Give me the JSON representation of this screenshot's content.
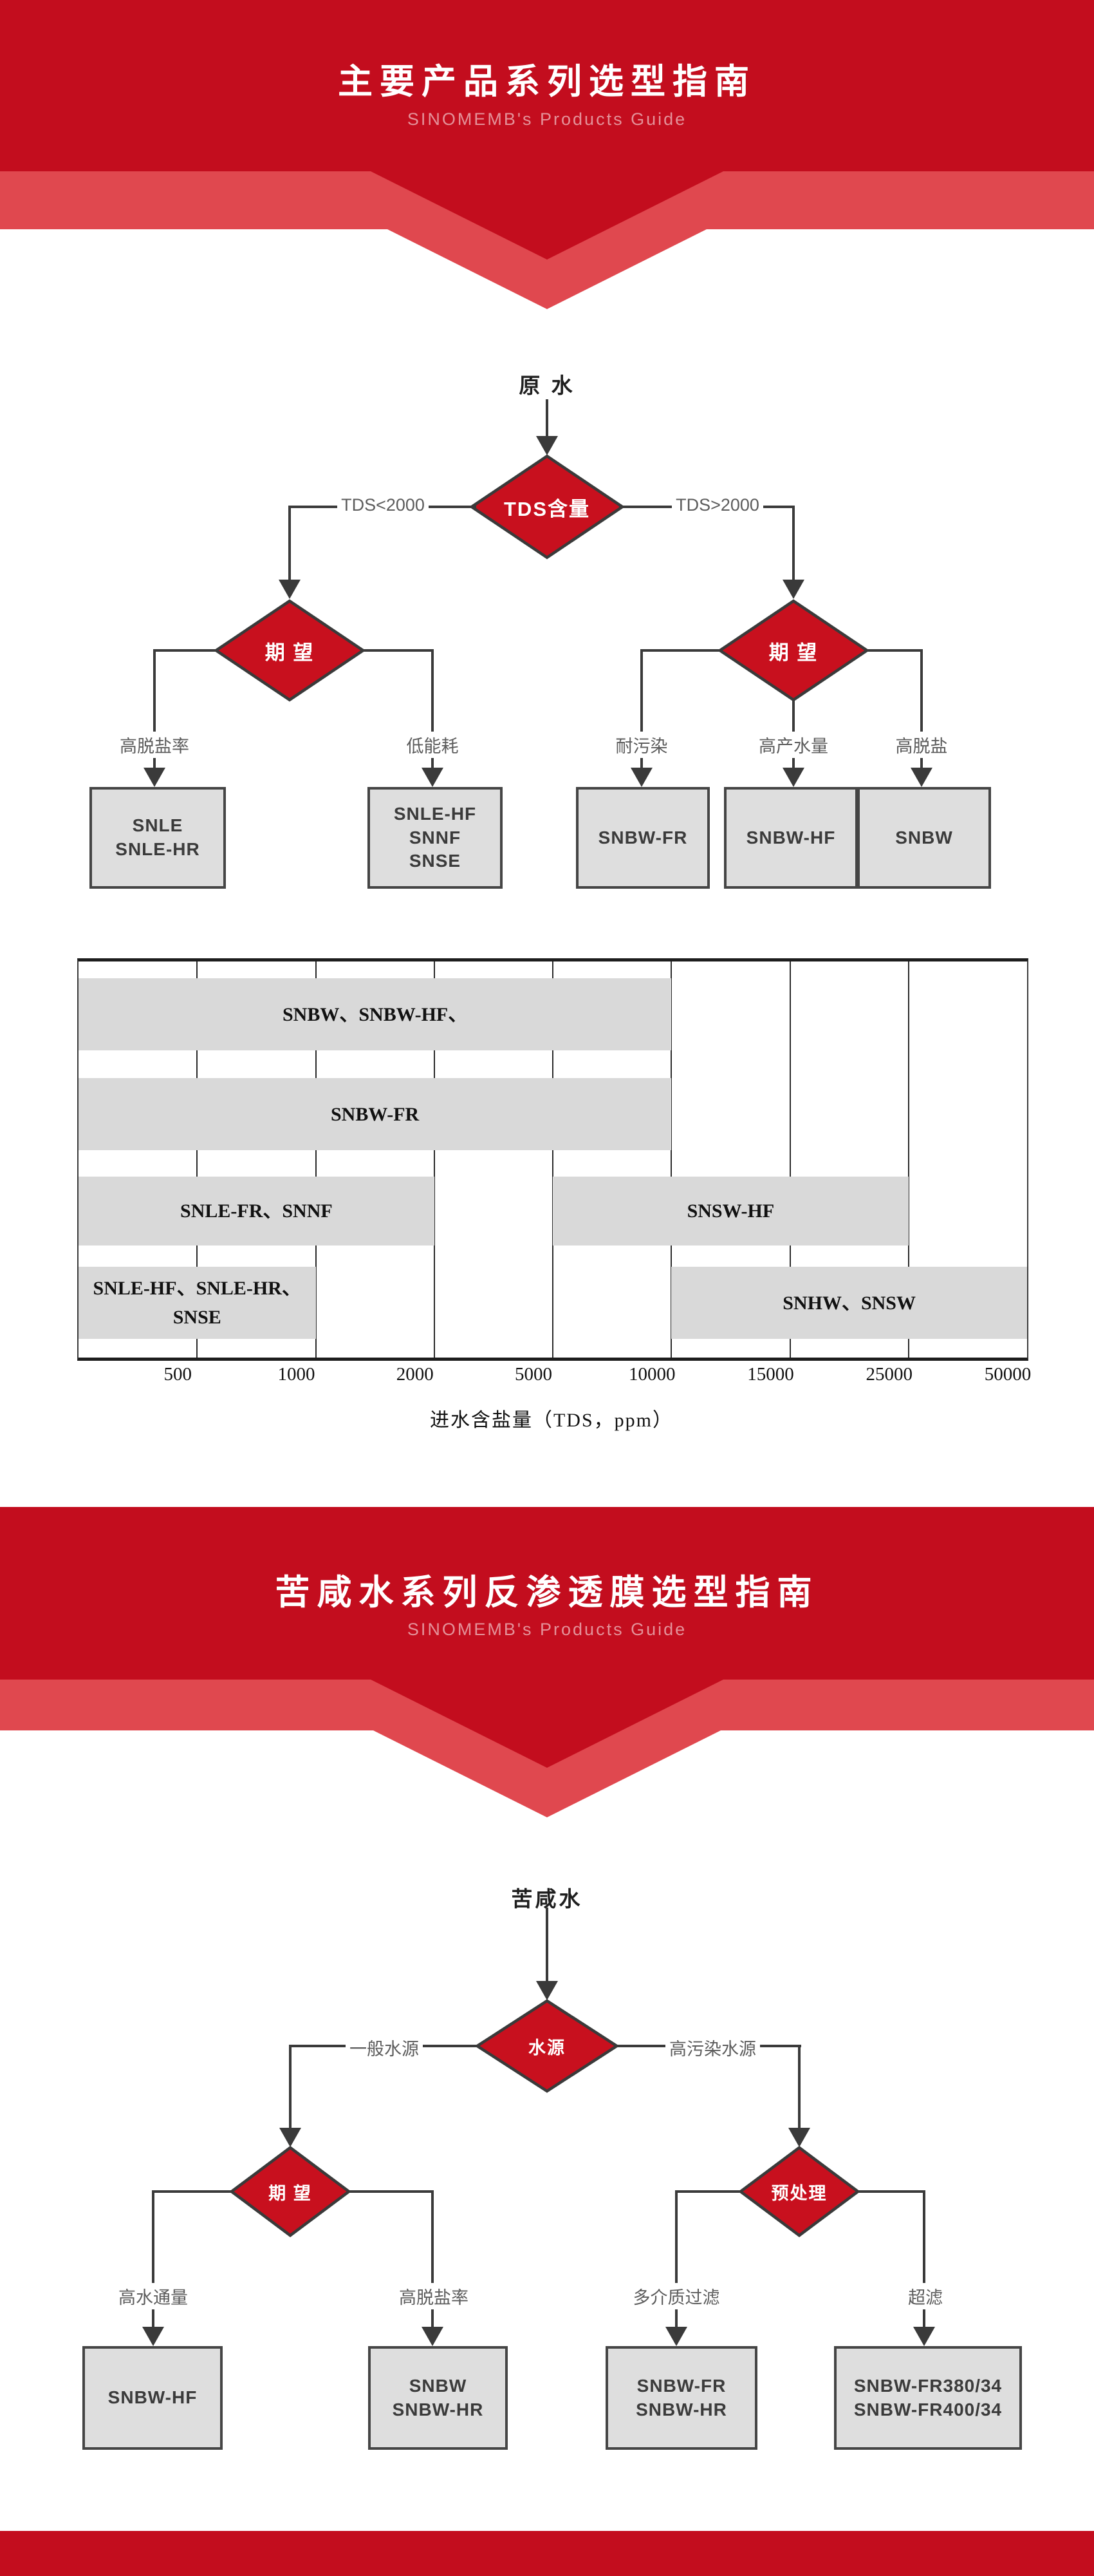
{
  "colors": {
    "banner_red": "#C30D1E",
    "chevron_light_red": "#E0484F",
    "diamond_red": "#C8101E",
    "line_dark": "#3A3A3A",
    "box_fill": "#DEDEDE",
    "box_border": "#454545",
    "bar_fill": "#D9D9D9"
  },
  "banner1": {
    "title": "主要产品系列选型指南",
    "subtitle": "SINOMEMB's Products Guide"
  },
  "banner2": {
    "title": "苦咸水系列反渗透膜选型指南",
    "subtitle": "SINOMEMB's Products Guide"
  },
  "flowchart1": {
    "source_label": "原 水",
    "decision_label": "TDS含量",
    "branch_left": "TDS<2000",
    "branch_right": "TDS>2000",
    "expect_left": {
      "label": "期 望",
      "b1_label": "高脱盐率",
      "b1_box": "SNLE\nSNLE-HR",
      "b2_label": "低能耗",
      "b2_box": "SNLE-HF\nSNNF\nSNSE"
    },
    "expect_right": {
      "label": "期 望",
      "b1_label": "耐污染",
      "b1_box": "SNBW-FR",
      "b2_label": "高产水量",
      "b2_box": "SNBW-HF",
      "b3_label": "高脱盐",
      "b3_box": "SNBW"
    }
  },
  "chart_data": {
    "type": "bar",
    "subtype": "horizontal-range-bars",
    "xlabel": "进水含盐量（TDS，ppm）",
    "x_ticks": [
      "500",
      "1000",
      "2000",
      "5000",
      "10000",
      "15000",
      "25000",
      "50000"
    ],
    "x_scale_note": "9 equally-spaced gridlines; left chart edge unlabeled, then 500,1000,2000,5000,10000,15000,25000,50000",
    "grid_on": true,
    "rows": [
      {
        "row": 0,
        "label": "SNBW、SNBW-HF、",
        "range_ppm": [
          0,
          10000
        ],
        "from_grid": 0,
        "to_grid": 5
      },
      {
        "row": 1,
        "label": "SNBW-FR",
        "range_ppm": [
          0,
          10000
        ],
        "from_grid": 0,
        "to_grid": 5
      },
      {
        "row": 2,
        "label": "SNLE-FR、SNNF",
        "range_ppm": [
          0,
          2000
        ],
        "from_grid": 0,
        "to_grid": 3
      },
      {
        "row": 2,
        "label": "SNSW-HF",
        "range_ppm": [
          5000,
          25000
        ],
        "from_grid": 4,
        "to_grid": 7
      },
      {
        "row": 3,
        "label": "SNLE-HF、SNLE-HR、\nSNSE",
        "range_ppm": [
          0,
          1000
        ],
        "from_grid": 0,
        "to_grid": 2
      },
      {
        "row": 3,
        "label": "SNHW、SNSW",
        "range_ppm": [
          10000,
          50000
        ],
        "from_grid": 5,
        "to_grid": 8
      }
    ]
  },
  "flowchart2": {
    "source_label": "苦咸水",
    "decision_label": "水源",
    "branch_left": "一般水源",
    "branch_right": "高污染水源",
    "expect": {
      "label": "期 望",
      "b1_label": "高水通量",
      "b1_box": "SNBW-HF",
      "b2_label": "高脱盐率",
      "b2_box": "SNBW\nSNBW-HR"
    },
    "pretreat": {
      "label": "预处理",
      "b1_label": "多介质过滤",
      "b1_box": "SNBW-FR\nSNBW-HR",
      "b2_label": "超滤",
      "b2_box": "SNBW-FR380/34\nSNBW-FR400/34"
    }
  }
}
